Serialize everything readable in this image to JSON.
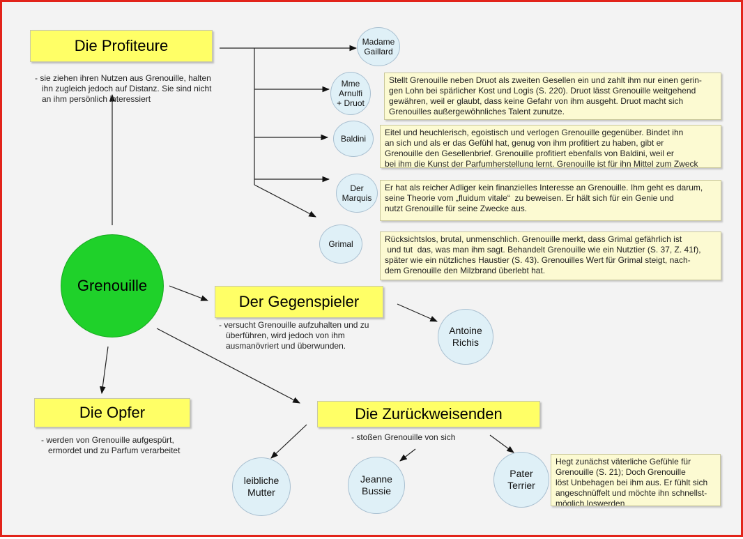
{
  "center": {
    "label": "Grenouille",
    "color": "#1fd12a"
  },
  "groups": {
    "profiteure": {
      "title": "Die Profiteure",
      "note": "- sie ziehen ihren Nutzen aus Grenouille, halten\n   ihn zugleich jedoch auf Distanz. Sie sind nicht\n   an ihm persönlich interessiert"
    },
    "gegenspieler": {
      "title": "Der Gegenspieler",
      "note": "- versucht Grenouille aufzuhalten und zu\n   überführen, wird jedoch von ihm\n   ausmanövriert und überwunden."
    },
    "opfer": {
      "title": "Die Opfer",
      "note": "- werden von Grenouille aufgespürt,\n   ermordet und zu Parfum verarbeitet"
    },
    "zurueckweisenden": {
      "title": "Die Zurückweisenden",
      "note": "- stoßen Grenouille von sich"
    }
  },
  "characters": {
    "gaillard": "Madame\nGaillard",
    "arnulfi": "Mme\nArnulfi\n+ Druot",
    "baldini": "Baldini",
    "marquis": "Der\nMarquis",
    "grimal": "Grimal",
    "richis": "Antoine\nRichis",
    "mutter": "leibliche\nMutter",
    "bussie": "Jeanne\nBussie",
    "terrier": "Pater\nTerrier"
  },
  "descriptions": {
    "arnulfi": "Stellt Grenouille neben Druot als zweiten Gesellen ein und zahlt ihm nur einen gerin-\ngen Lohn bei spärlicher Kost und Logis (S. 220). Druot lässt Grenouille weitgehend\ngewähren, weil er glaubt, dass keine Gefahr von ihm ausgeht. Druot macht sich\nGrenouilles außergewöhnliches Talent zunutze.",
    "baldini": "Eitel und heuchlerisch, egoistisch und verlogen Grenouille gegenüber. Bindet ihn\nan sich und als er das Gefühl hat, genug von ihm profitiert zu haben, gibt er\nGrenouille den Gesellenbrief. Grenouille profitiert ebenfalls von Baldini, weil er\nbei ihm die Kunst der Parfumherstellung lernt. Grenouille ist für ihn Mittel zum Zweck",
    "marquis": "Er hat als reicher Adliger kein finanzielles Interesse an Grenouille. Ihm geht es darum,\nseine Theorie vom „fluidum vitale“  zu beweisen. Er hält sich für ein Genie und\nnutzt Grenouille für seine Zwecke aus.",
    "grimal": "Rücksichtslos, brutal, unmenschlich. Grenouille merkt, dass Grimal gefährlich ist\n und tut  das, was man ihm sagt. Behandelt Grenouille wie ein Nutztier (S. 37, Z. 41f),\nspäter wie ein nützliches Haustier (S. 43). Grenouilles Wert für Grimal steigt, nach-\ndem Grenouille den Milzbrand überlebt hat.",
    "terrier": "Hegt zunächst väterliche Gefühle für\nGrenouille (S. 21); Doch Grenouille\nlöst Unbehagen bei ihm aus. Er fühlt sich\nangeschnüffelt und möchte ihn schnellst-\nmöglich loswerden"
  },
  "colors": {
    "header": "#ffff66",
    "circle": "#dff0f7",
    "description": "#fcfad2",
    "border": "#e2231a"
  }
}
